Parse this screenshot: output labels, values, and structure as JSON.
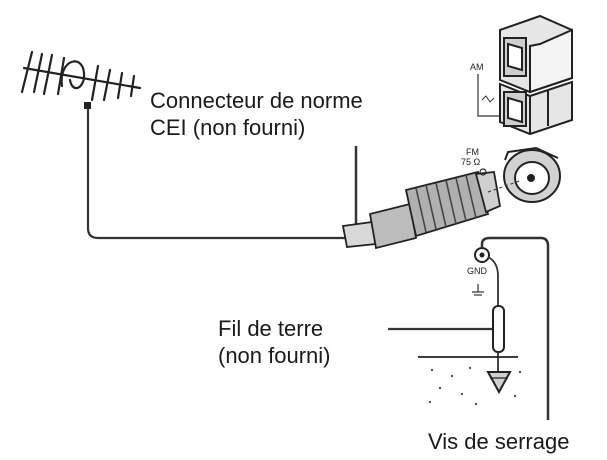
{
  "labels": {
    "connector_line1": "Connecteur de norme",
    "connector_line2": "CEI (non fourni)",
    "ground_wire_line1": "Fil de terre",
    "ground_wire_line2": "(non fourni)",
    "clamp_screw": "Vis de serrage"
  },
  "terminals": {
    "am": "AM",
    "fm_line1": "FM",
    "fm_line2": "75 Ω",
    "gnd": "GND"
  }
}
